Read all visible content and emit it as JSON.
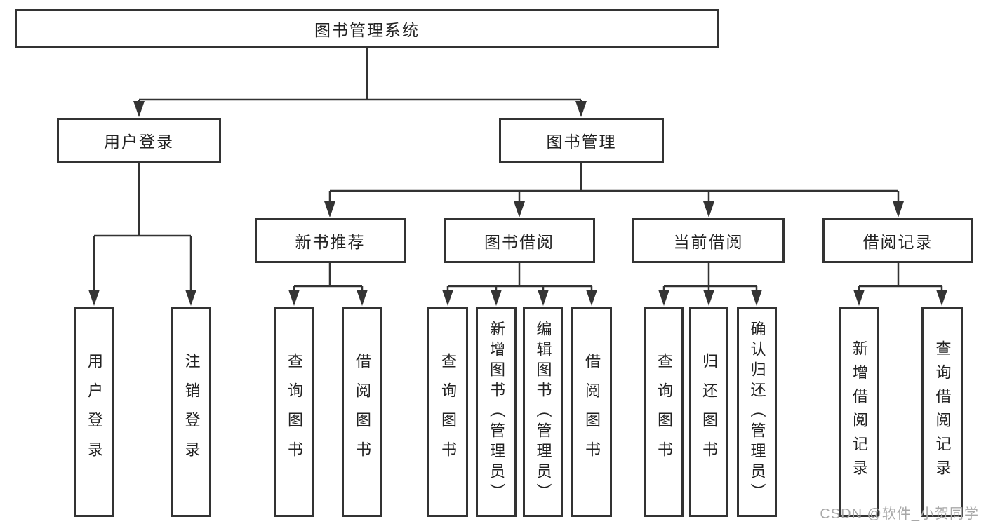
{
  "diagram": {
    "root": {
      "label": "图书管理系统"
    },
    "branches": [
      {
        "label": "用户登录",
        "children": [
          {
            "label": "用户登录"
          },
          {
            "label": "注销登录"
          }
        ]
      },
      {
        "label": "图书管理",
        "children": [
          {
            "label": "新书推荐",
            "children": [
              {
                "label": "查询图书"
              },
              {
                "label": "借阅图书"
              }
            ]
          },
          {
            "label": "图书借阅",
            "children": [
              {
                "label": "查询图书"
              },
              {
                "label": "新增图书（管理员）"
              },
              {
                "label": "编辑图书（管理员）"
              },
              {
                "label": "借阅图书"
              }
            ]
          },
          {
            "label": "当前借阅",
            "children": [
              {
                "label": "查询图书"
              },
              {
                "label": "归还图书"
              },
              {
                "label": "确认归还（管理员）"
              }
            ]
          },
          {
            "label": "借阅记录",
            "children": [
              {
                "label": "新增借阅记录"
              },
              {
                "label": "查询借阅记录"
              }
            ]
          }
        ]
      }
    ]
  },
  "watermark": {
    "text": "CSDN @软件_小贺同学",
    "color": "#a8a8a8"
  },
  "colors": {
    "line": "#333333",
    "box_border": "#333333",
    "text": "#222222",
    "background": "#ffffff"
  }
}
